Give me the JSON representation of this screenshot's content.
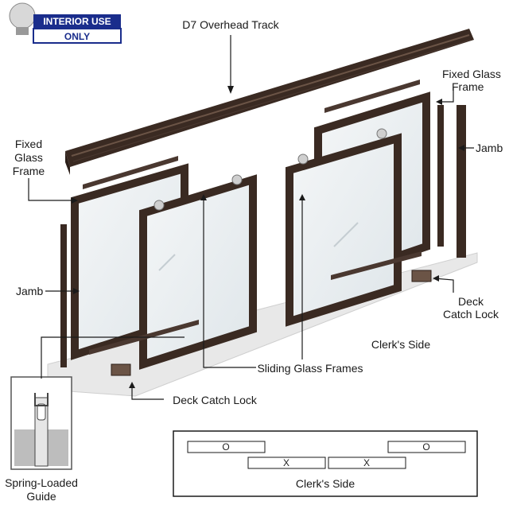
{
  "badge": {
    "line1": "INTERIOR USE",
    "line2": "ONLY",
    "color": "#1a2d8c"
  },
  "labels": {
    "overhead_track": "D7 Overhead Track",
    "fixed_right_1": "Fixed Glass",
    "fixed_right_2": "Frame",
    "fixed_left_1": "Fixed",
    "fixed_left_2": "Glass",
    "fixed_left_3": "Frame",
    "jamb_right": "Jamb",
    "jamb_left": "Jamb",
    "deck_catch_right_1": "Deck",
    "deck_catch_right_2": "Catch Lock",
    "clerks_side_upper": "Clerk's Side",
    "sliding_frames": "Sliding Glass Frames",
    "deck_catch_bottom": "Deck Catch Lock",
    "spring_guide_1": "Spring-Loaded",
    "spring_guide_2": "Guide"
  },
  "plan": {
    "fixed_mark": "O",
    "sliding_mark": "X",
    "caption": "Clerk's Side"
  },
  "colors": {
    "frame": "#3a2a22",
    "frame_light": "#6b5446",
    "deck": "#e4e4e4",
    "glass": "#dfe6ea"
  }
}
